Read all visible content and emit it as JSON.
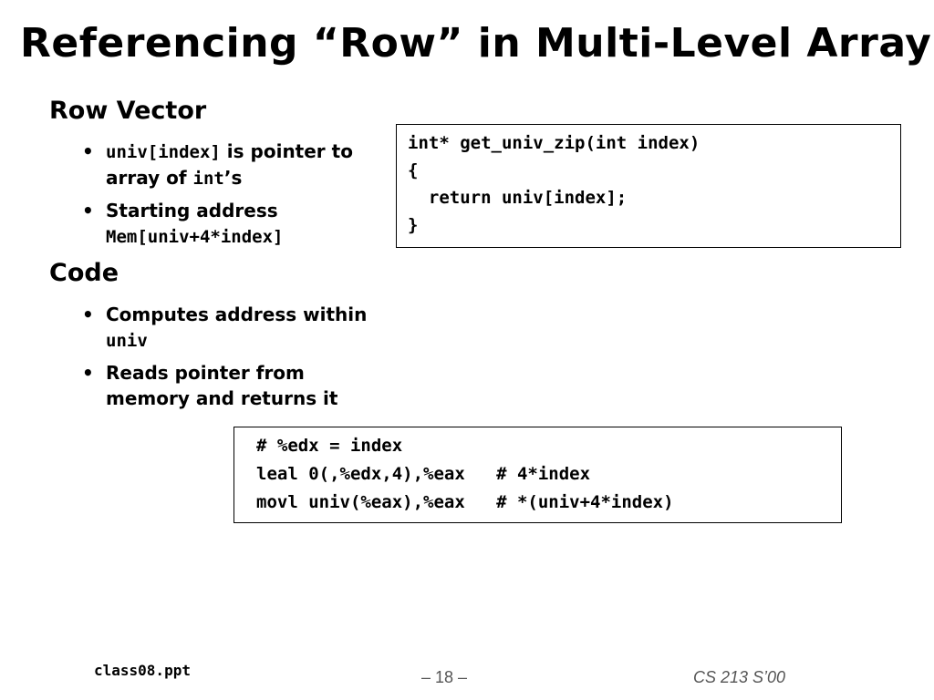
{
  "slide": {
    "title": "Referencing “Row” in Multi-Level Array",
    "sections": [
      {
        "heading": "Row Vector",
        "bullets": [
          {
            "parts": [
              " univ[index]",
              " is pointer to array of ",
              "int",
              "’s"
            ]
          },
          {
            "parts": [
              "Starting address",
              "Mem[univ+4*index]"
            ]
          }
        ]
      },
      {
        "heading": "Code",
        "bullets": [
          {
            "parts": [
              "Computes address within ",
              "univ"
            ]
          },
          {
            "parts": [
              "Reads pointer from memory and returns it"
            ]
          }
        ]
      }
    ],
    "bullet_glyph": "•",
    "c_code": [
      "int* get_univ_zip(int index)",
      "{",
      "  return univ[index];",
      "}"
    ],
    "asm_code": [
      "# %edx = index",
      "leal 0(,%edx,4),%eax   # 4*index",
      "movl univ(%eax),%eax   # *(univ+4*index)"
    ],
    "footer": {
      "filename": "class08.ppt",
      "page": "– 18 –",
      "course": "CS 213 S’00"
    }
  }
}
